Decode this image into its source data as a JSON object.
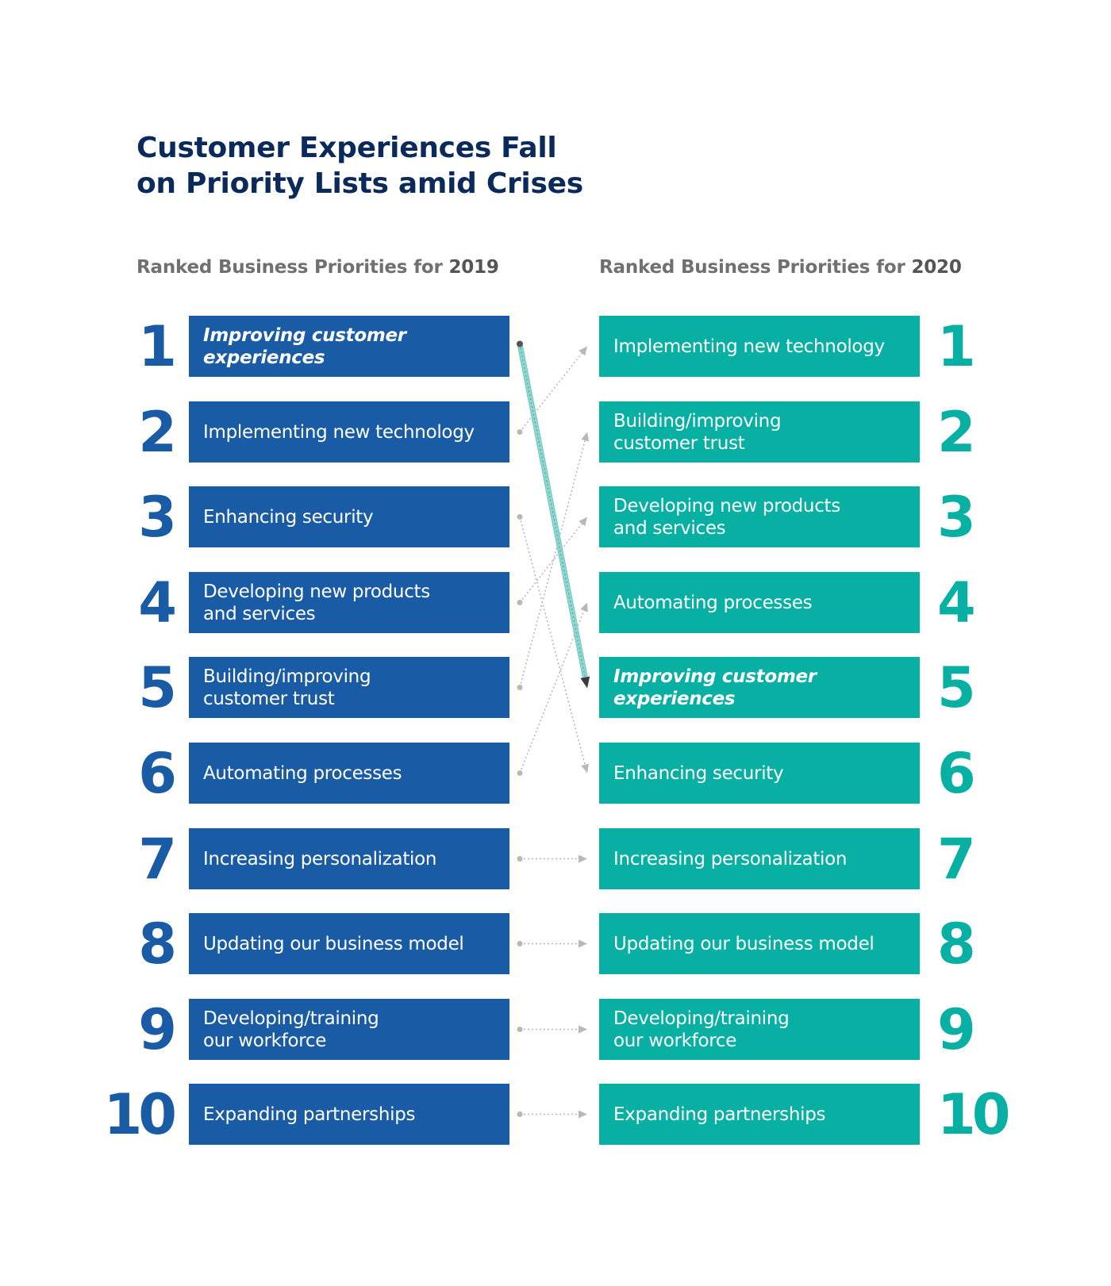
{
  "title": {
    "line1": "Customer Experiences Fall",
    "line2": "on Priority Lists amid Crises"
  },
  "columns": {
    "left": {
      "heading_prefix": "Ranked Business Priorities for ",
      "year": "2019"
    },
    "right": {
      "heading_prefix": "Ranked Business Priorities for ",
      "year": "2020"
    }
  },
  "ranks": [
    "1",
    "2",
    "3",
    "4",
    "5",
    "6",
    "7",
    "8",
    "9",
    "10"
  ],
  "priorities_2019": [
    "Improving customer\nexperiences",
    "Implementing new technology",
    "Enhancing security",
    "Developing new products\nand services",
    "Building/improving\ncustomer trust",
    "Automating processes",
    "Increasing personalization",
    "Updating our business model",
    "Developing/training\nour workforce",
    "Expanding partnerships"
  ],
  "priorities_2020": [
    "Implementing new technology",
    "Building/improving\ncustomer trust",
    "Developing new products\nand services",
    "Automating processes",
    "Improving customer\nexperiences",
    "Enhancing security",
    "Increasing personalization",
    "Updating our business model",
    "Developing/training\nour workforce",
    "Expanding partnerships"
  ],
  "highlight_item": "Improving customer\nexperiences",
  "colors": {
    "title": "#0b2a5c",
    "heading": "#707070",
    "left_box": "#1a5ba6",
    "right_box": "#07b0a3",
    "highlight_connector": "#8fd8d2",
    "connector": "#b8b8b8"
  }
}
